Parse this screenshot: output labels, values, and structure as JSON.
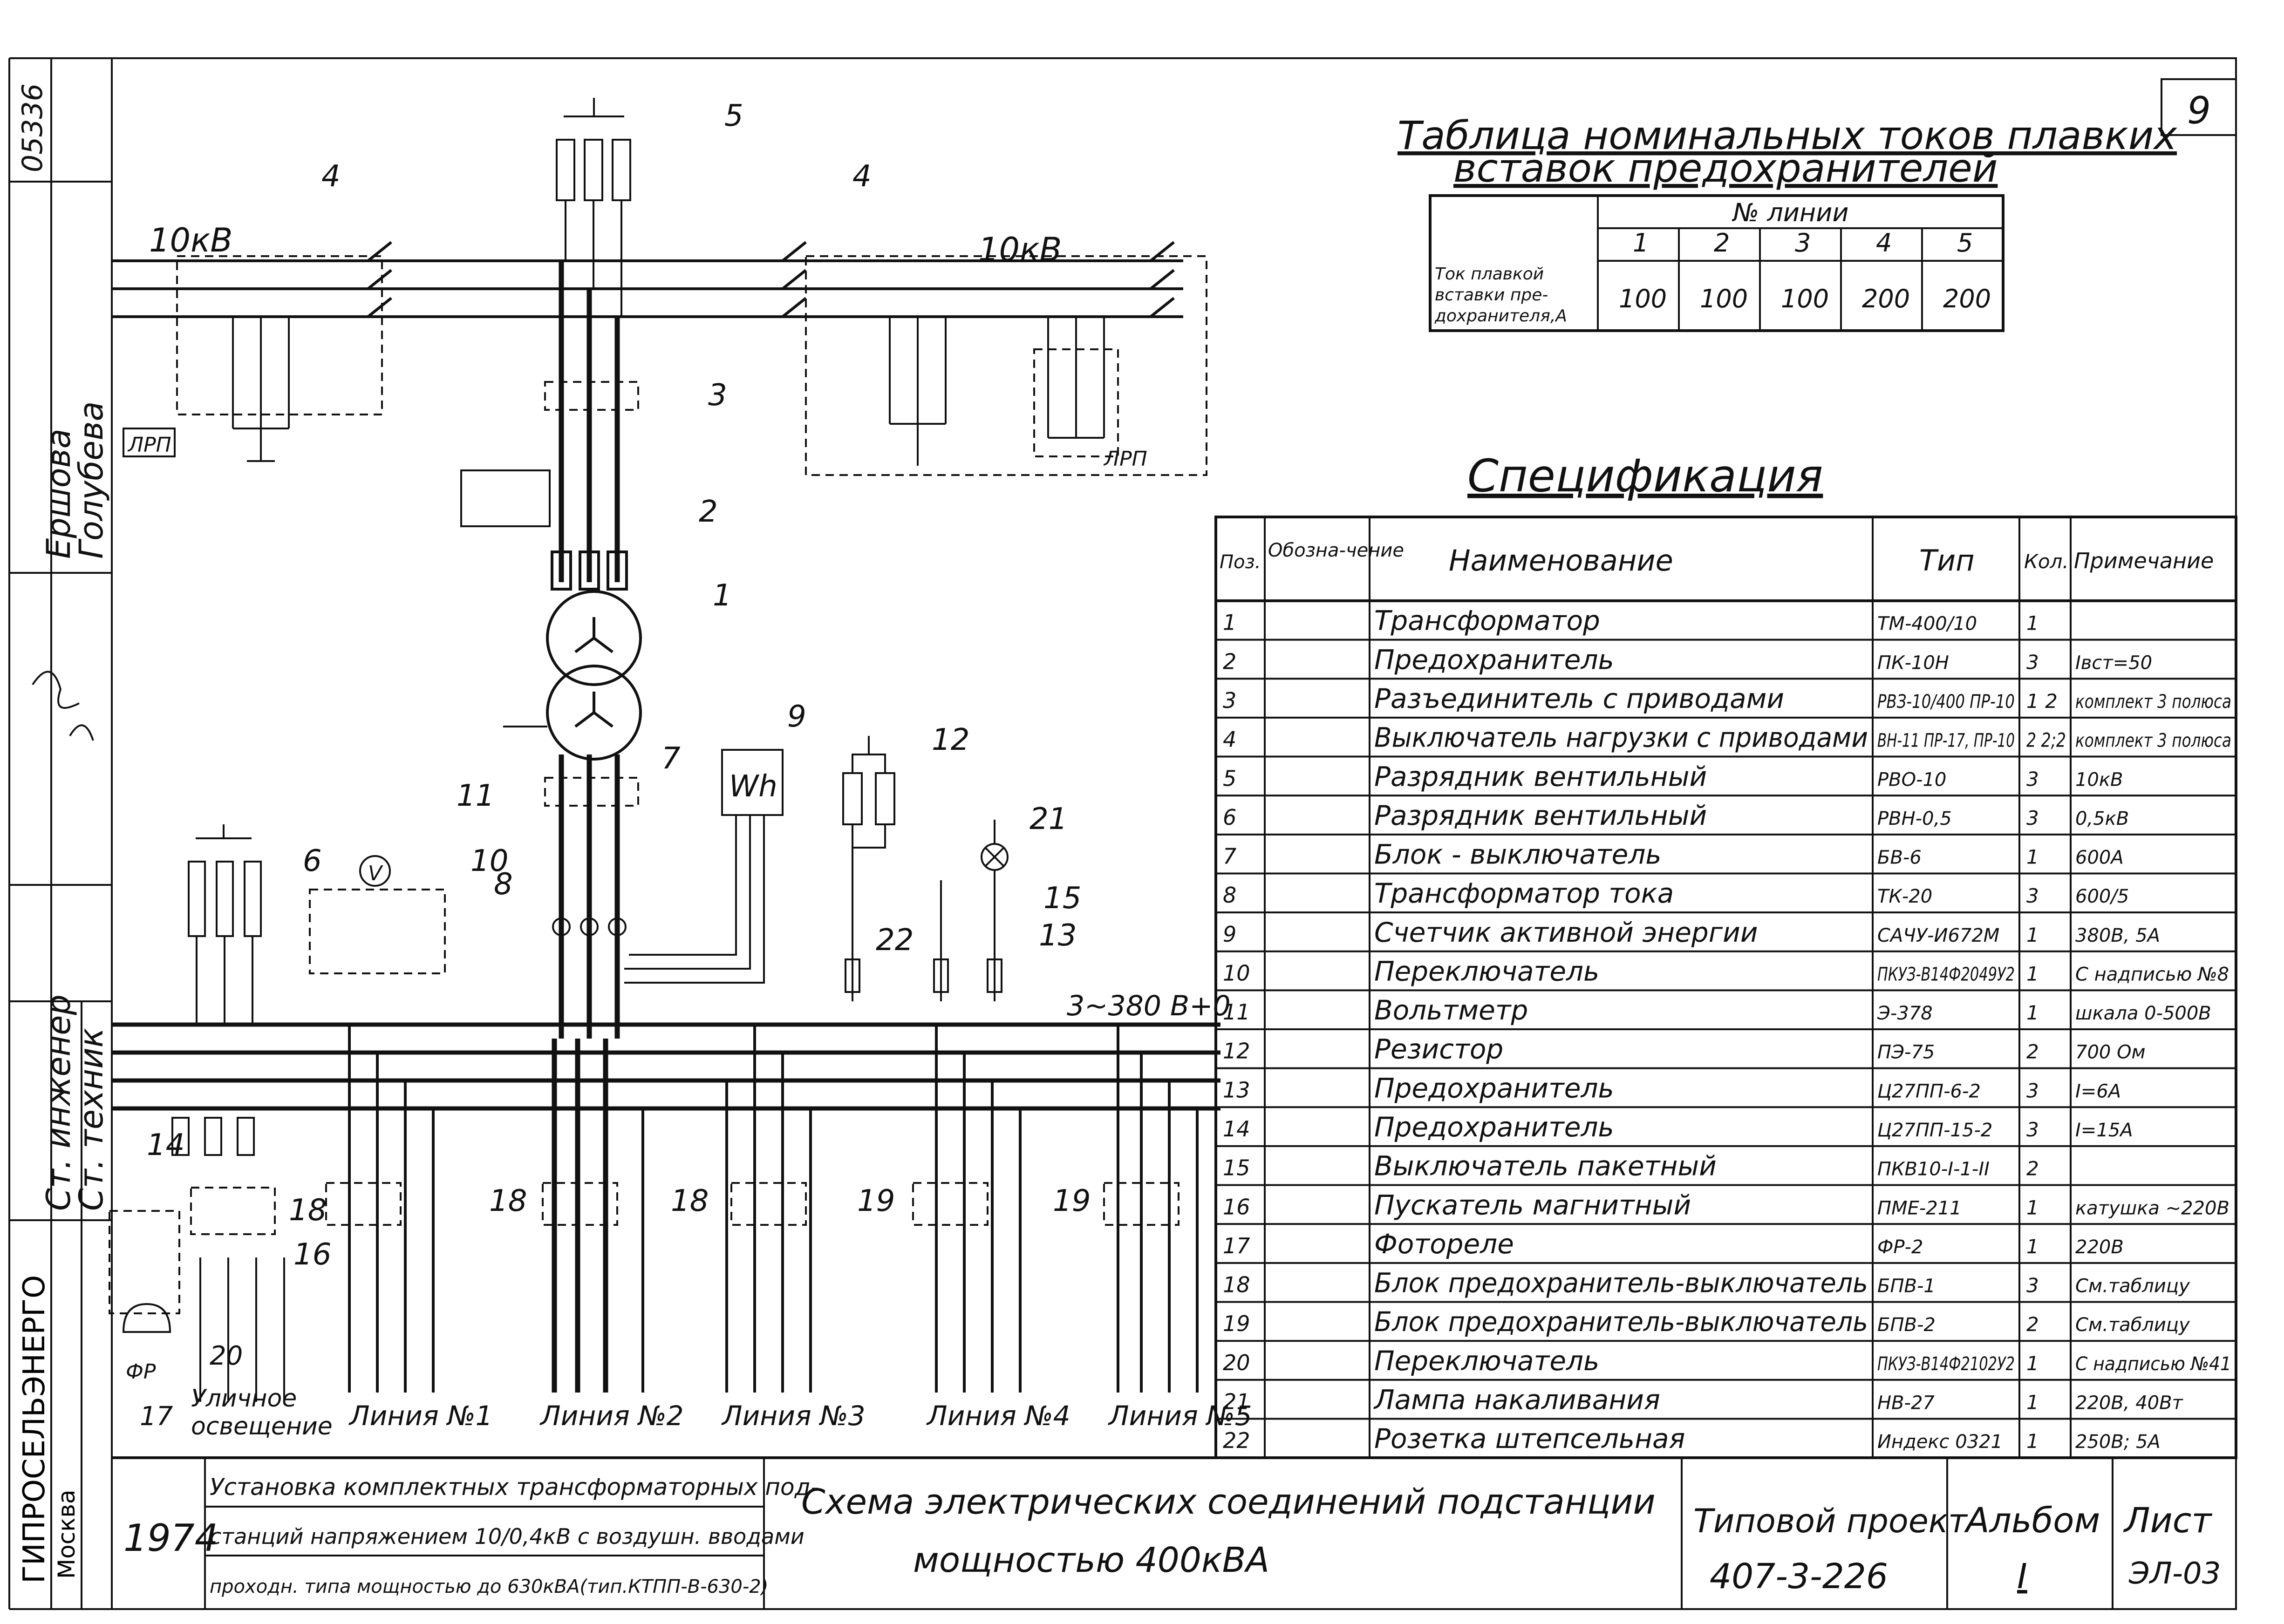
{
  "sheet": {
    "number": "9",
    "stamp": "05336"
  },
  "side_labels": {
    "names": "Ершова\nГолубева",
    "roles": "Ст. инженер\nСт. техник",
    "org": "ГИПРОСЕЛЬЭНЕРГО\nМосква"
  },
  "schematic": {
    "voltage_left": "10кВ",
    "voltage_right": "10кВ",
    "lrp_left": "ЛРП",
    "lrp_right": "ЛРП",
    "meter": "Wh",
    "voltmeter": "V",
    "bus_label": "3~380 В+0",
    "photo_relay": "ФР",
    "street_lighting": "Уличное\nосвещение",
    "lines": [
      "Линия №1",
      "Линия №2",
      "Линия №3",
      "Линия №4",
      "Линия №5"
    ],
    "callouts": [
      "1",
      "2",
      "3",
      "4",
      "4",
      "5",
      "6",
      "7",
      "8",
      "9",
      "10",
      "11",
      "12",
      "13",
      "14",
      "15",
      "16",
      "17",
      "18",
      "18",
      "18",
      "19",
      "19",
      "20",
      "21",
      "22"
    ]
  },
  "fuse_table": {
    "title_1": "Таблица номинальных токов плавких",
    "title_2": "вставок предохранителей",
    "group_header": "№ линии",
    "row_header": "Ток плавкой вставки пре-дохранителя,А",
    "columns": [
      "1",
      "2",
      "3",
      "4",
      "5"
    ],
    "values": [
      "100",
      "100",
      "100",
      "200",
      "200"
    ]
  },
  "specification": {
    "title": "Спецификация",
    "headers": [
      "Поз.",
      "Обозна-чение",
      "Наименование",
      "Тип",
      "Кол.",
      "Примечание"
    ],
    "rows": [
      [
        "1",
        "",
        "Трансформатор",
        "ТМ-400/10",
        "1",
        ""
      ],
      [
        "2",
        "",
        "Предохранитель",
        "ПК-10Н",
        "3",
        "Iвст=50"
      ],
      [
        "3",
        "",
        "Разъединитель с приводами",
        "РВЗ-10/400 ПР-10",
        "1 2",
        "комплект 3 полюса"
      ],
      [
        "4",
        "",
        "Выключатель нагрузки с приводами",
        "ВН-11 ПР-17, ПР-10",
        "2 2;2",
        "комплект 3 полюса"
      ],
      [
        "5",
        "",
        "Разрядник вентильный",
        "РВО-10",
        "3",
        "10кВ"
      ],
      [
        "6",
        "",
        "Разрядник вентильный",
        "РВН-0,5",
        "3",
        "0,5кВ"
      ],
      [
        "7",
        "",
        "Блок - выключатель",
        "БВ-6",
        "1",
        "600А"
      ],
      [
        "8",
        "",
        "Трансформатор тока",
        "ТК-20",
        "3",
        "600/5"
      ],
      [
        "9",
        "",
        "Счетчик активной энергии",
        "САЧУ-И672М",
        "1",
        "380В, 5А"
      ],
      [
        "10",
        "",
        "Переключатель",
        "ПКУЗ-В14Ф2049У2",
        "1",
        "С надписью №8"
      ],
      [
        "11",
        "",
        "Вольтметр",
        "Э-378",
        "1",
        "шкала 0-500В"
      ],
      [
        "12",
        "",
        "Резистор",
        "ПЭ-75",
        "2",
        "700 Ом"
      ],
      [
        "13",
        "",
        "Предохранитель",
        "Ц27ПП-6-2",
        "3",
        "I=6А"
      ],
      [
        "14",
        "",
        "Предохранитель",
        "Ц27ПП-15-2",
        "3",
        "I=15А"
      ],
      [
        "15",
        "",
        "Выключатель пакетный",
        "ПКВ10-I-1-II",
        "2",
        ""
      ],
      [
        "16",
        "",
        "Пускатель магнитный",
        "ПМЕ-211",
        "1",
        "катушка ~220В"
      ],
      [
        "17",
        "",
        "Фотореле",
        "ФР-2",
        "1",
        "220В"
      ],
      [
        "18",
        "",
        "Блок предохранитель-выключатель",
        "БПВ-1",
        "3",
        "См.таблицу"
      ],
      [
        "19",
        "",
        "Блок предохранитель-выключатель",
        "БПВ-2",
        "2",
        "См.таблицу"
      ],
      [
        "20",
        "",
        "Переключатель",
        "ПКУЗ-В14Ф2102У2",
        "1",
        "С надписью №41"
      ],
      [
        "21",
        "",
        "Лампа накаливания",
        "НВ-27",
        "1",
        "220В, 40Вт"
      ],
      [
        "22",
        "",
        "Розетка штепсельная",
        "Индекс 0321",
        "1",
        "250В; 5А"
      ]
    ]
  },
  "title_block": {
    "year": "1974",
    "project_description": [
      "Установка комплектных трансформаторных под-",
      "станций напряжением 10/0,4кВ с воздушн. вводами",
      "проходн. типа мощностью до 630кВА(тип.КТПП-В-630-2)"
    ],
    "drawing_title": [
      "Схема электрических соединений подстанции",
      "мощностью 400кВА"
    ],
    "project_label": "Типовой проект",
    "project_number": "407-3-226",
    "album_label": "Альбом",
    "album_number": "I",
    "sheet_label": "Лист",
    "sheet_code": "ЭЛ-03"
  }
}
